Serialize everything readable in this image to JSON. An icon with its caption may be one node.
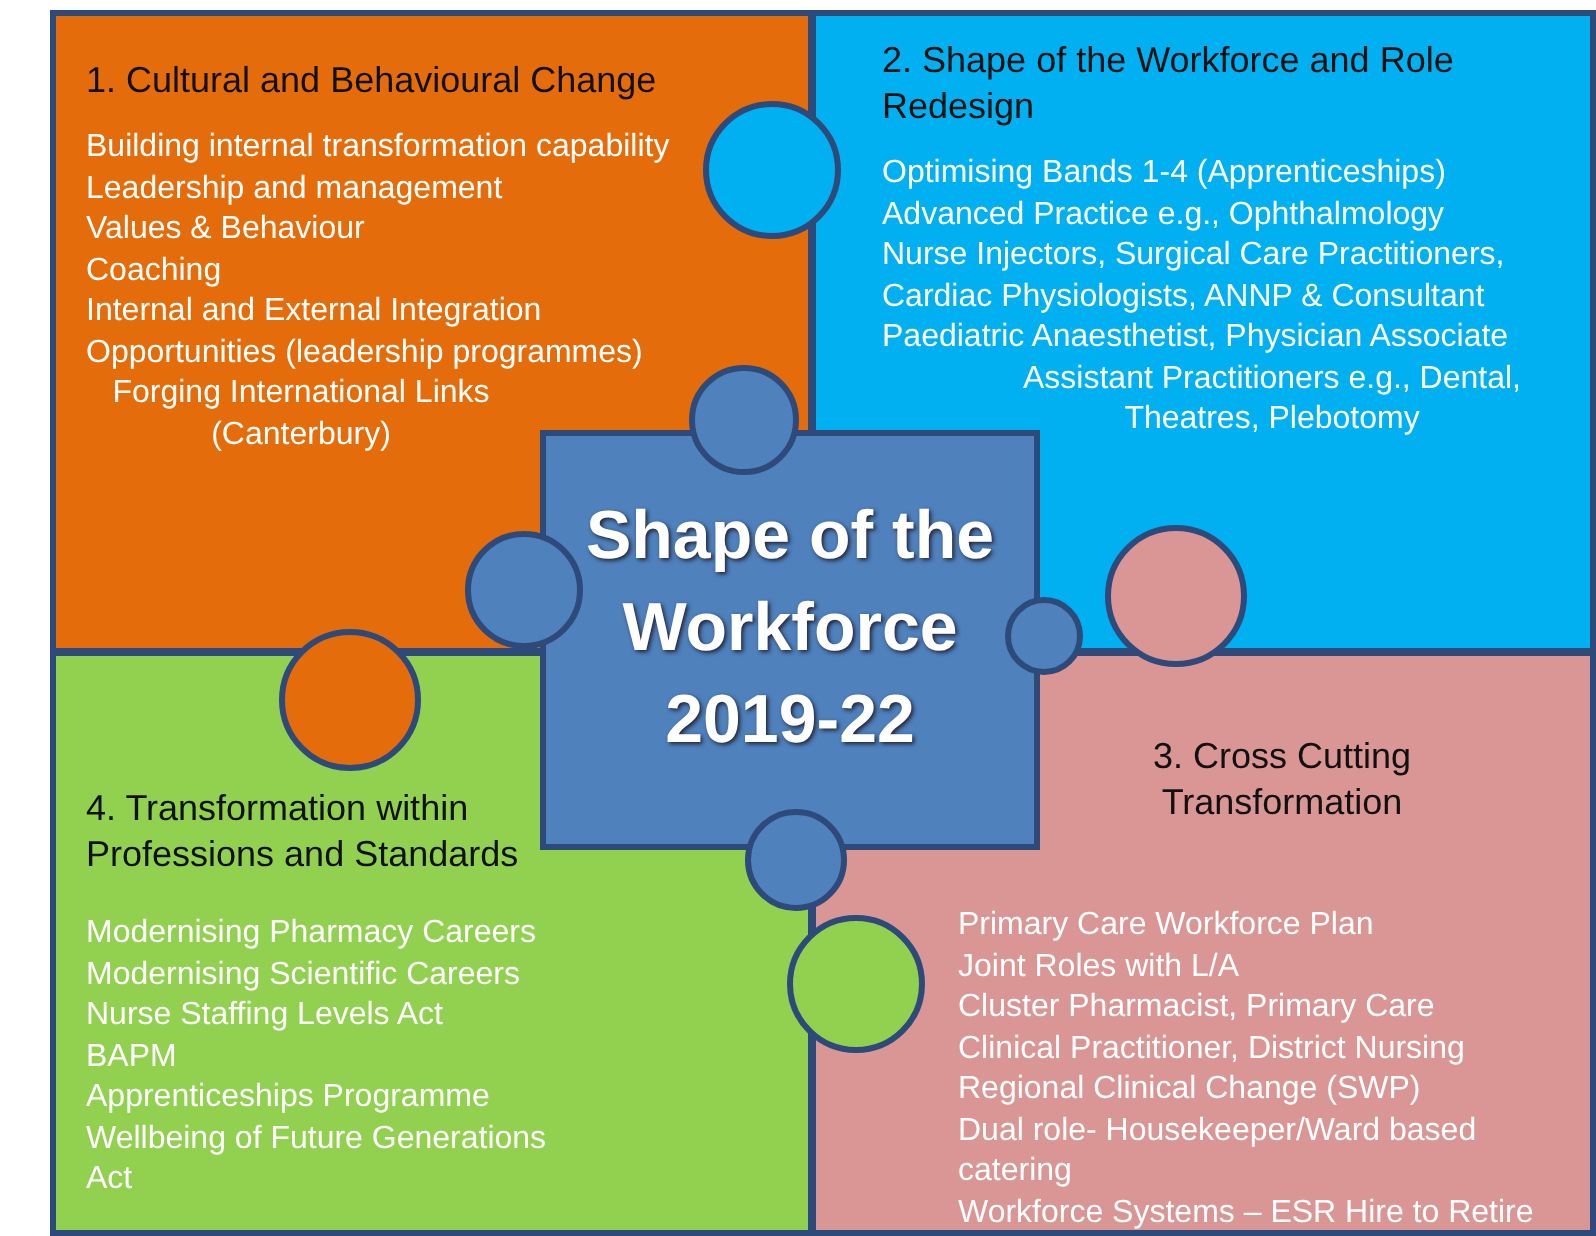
{
  "diagram": {
    "nodes": [
      {
        "text": [
          "1. Cultural and Behavioural Change",
          "Building internal transformation capability",
          "Leadership and management",
          "Values & Behaviour",
          "Coaching",
          "Internal and External Integration",
          "Opportunities (leadership programmes)",
          "Forging International Links (Canterbury)"
        ]
      },
      {
        "text": [
          "2. Shape of the Workforce and Role Redesign",
          "Optimising Bands 1-4  (Apprenticeships)",
          "Advanced Practice e.g., Ophthalmology",
          "Nurse Injectors, Surgical Care Practitioners, Cardiac Physiologists, ANNP & Consultant Paediatric Anaesthetist, Physician Associate",
          "Assistant Practitioners e.g., Dental, Theatres, Plebotomy"
        ]
      },
      {
        "text": [
          "Shape of the Workforce 2019-22"
        ]
      },
      {
        "text": [
          "4. Transformation within Professions and Standards",
          "Modernising Pharmacy Careers",
          "Modernising Scientific Careers",
          "Nurse Staffing Levels Act",
          "BAPM",
          "Apprenticeships Programme",
          "Wellbeing of Future Generations Act"
        ]
      },
      {
        "text": [
          "3. Cross Cutting Transformation",
          "Primary Care Workforce Plan",
          "Joint Roles with L/A",
          "Cluster Pharmacist, Primary Care",
          "Clinical Practitioner, District Nursing",
          "Regional Clinical Change (SWP)",
          "Dual role- Housekeeper/Ward based catering",
          "Workforce Systems – ESR Hire to Retire"
        ]
      }
    ]
  }
}
